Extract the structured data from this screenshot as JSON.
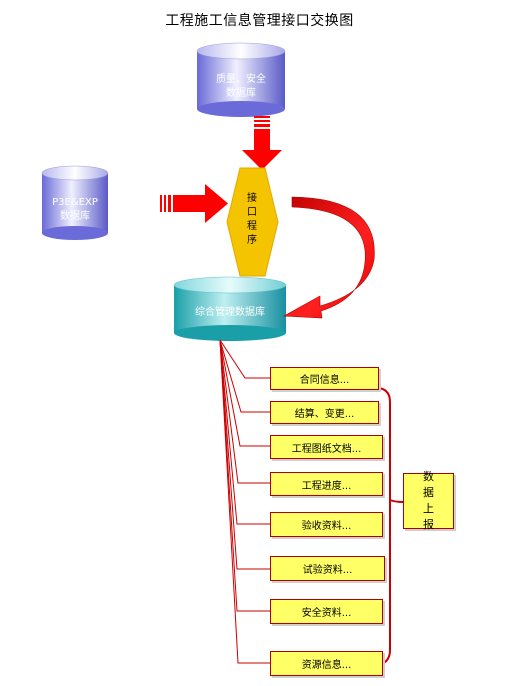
{
  "title": "工程施工信息管理接口交换图",
  "databases": {
    "quality_safety": {
      "line1": "质量、安全",
      "line2": "数据库"
    },
    "p3e_exp": {
      "line1": "P3E&EXP",
      "line2": "数据库"
    },
    "integrated": {
      "label": "综合管理数据库"
    }
  },
  "interface_program": {
    "label": "接口程序"
  },
  "info_nodes": [
    "合同信息...",
    "结算、变更...",
    "工程图纸文档...",
    "工程进度...",
    "验收资料...",
    "试验资料...",
    "安全资料...",
    "资源信息..."
  ],
  "report_box": {
    "label": "数据上报"
  },
  "colors": {
    "arrow_red": "#ff0000",
    "connector_red": "#cc0000",
    "node_fill": "#ffff66",
    "interface_gold": "#f5c400",
    "db_blue_dark": "#6a6ad8",
    "db_blue_light": "#f0f0ff",
    "db_teal": "#2ab7c0"
  }
}
